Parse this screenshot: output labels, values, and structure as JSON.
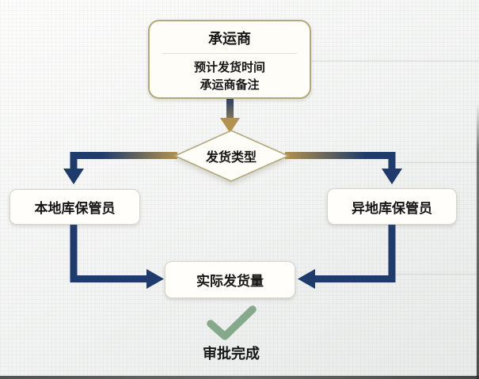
{
  "flowchart": {
    "nodes": {
      "carrier": {
        "title": "承运商",
        "fields": [
          "预计发货时间",
          "承运商备注"
        ]
      },
      "decision": {
        "label": "发货类型"
      },
      "local_keeper": {
        "label": "本地库保管员"
      },
      "remote_keeper": {
        "label": "异地库保管员"
      },
      "actual_quantity": {
        "label": "实际发货量"
      },
      "approval": {
        "label": "审批完成"
      }
    }
  },
  "colors": {
    "navy": "#1e3b6b",
    "gold": "#b3914e",
    "tan_border": "#b2a87c",
    "gray_border": "#d5d5cb",
    "green": "#85a98a",
    "text": "#161616"
  }
}
